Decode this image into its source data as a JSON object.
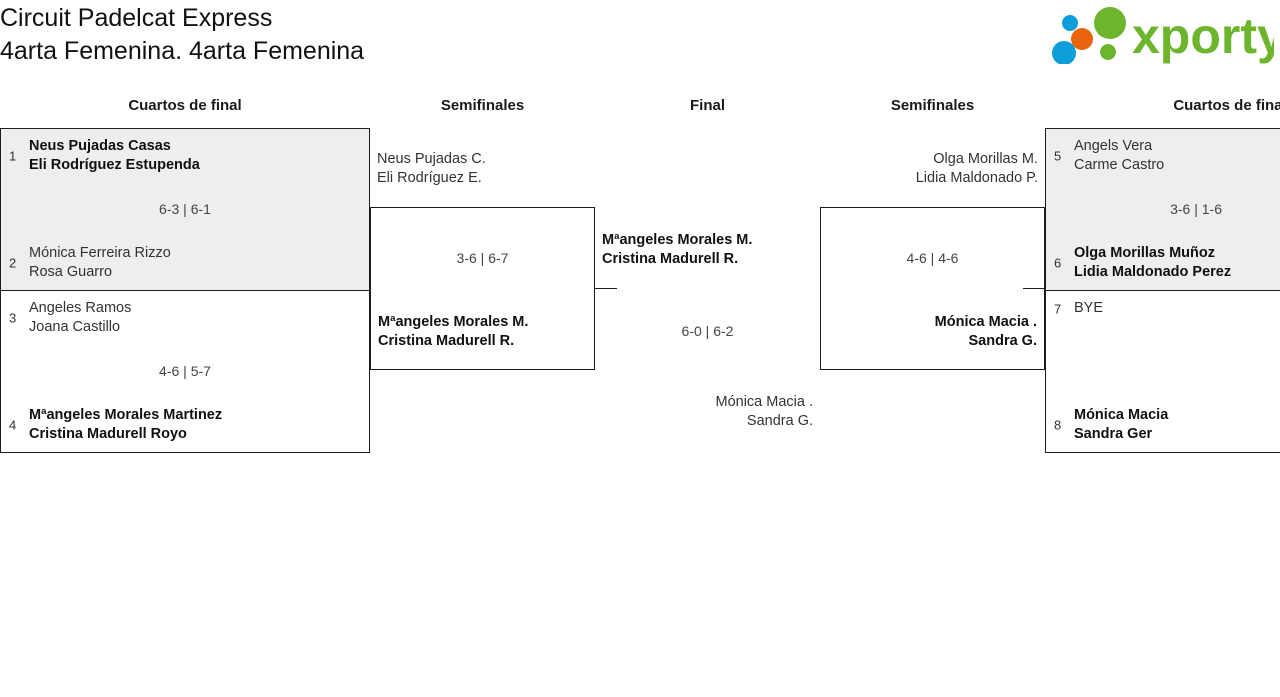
{
  "header": {
    "title_line1": "Circuit Padelcat Express",
    "title_line2": "4arta Femenina. 4arta Femenina",
    "logo_text": "xporty",
    "logo_colors": {
      "green": "#6cb52d",
      "blue": "#0d9ddb",
      "orange": "#e8650d"
    }
  },
  "columns": {
    "qf_left": "Cuartos de final",
    "sf_left": "Semifinales",
    "final": "Final",
    "sf_right": "Semifinales",
    "qf_right": "Cuartos de final"
  },
  "bracket": {
    "qf_left": [
      {
        "score": "6-3 | 6-1",
        "top": {
          "seed": "1",
          "p1": "Neus Pujadas Casas",
          "p2": "Eli Rodríguez Estupenda",
          "winner": true
        },
        "bottom": {
          "seed": "2",
          "p1": "Mónica Ferreira Rizzo",
          "p2": "Rosa Guarro",
          "winner": false
        }
      },
      {
        "score": "4-6 | 5-7",
        "top": {
          "seed": "3",
          "p1": "Angeles Ramos",
          "p2": "Joana Castillo",
          "winner": false
        },
        "bottom": {
          "seed": "4",
          "p1": "Mªangeles Morales Martinez",
          "p2": "Cristina Madurell Royo",
          "winner": true
        }
      }
    ],
    "qf_right": [
      {
        "score": "3-6 | 1-6",
        "top": {
          "seed": "5",
          "p1": "Angels Vera",
          "p2": "Carme Castro",
          "winner": false
        },
        "bottom": {
          "seed": "6",
          "p1": "Olga Morillas Muñoz",
          "p2": "Lidia Maldonado Perez",
          "winner": true
        }
      },
      {
        "score": "",
        "top": {
          "seed": "7",
          "p1": "BYE",
          "p2": "",
          "winner": false
        },
        "bottom": {
          "seed": "8",
          "p1": "Mónica Macia",
          "p2": "Sandra Ger",
          "winner": true
        }
      }
    ],
    "sf_left": {
      "score": "3-6 | 6-7",
      "top": {
        "p1": "Neus Pujadas C.",
        "p2": "Eli Rodríguez E.",
        "winner": false
      },
      "bottom": {
        "p1": "Mªangeles Morales M.",
        "p2": "Cristina Madurell R.",
        "winner": true
      }
    },
    "sf_right": {
      "score": "4-6 | 4-6",
      "top": {
        "p1": "Olga Morillas M.",
        "p2": "Lidia Maldonado P.",
        "winner": false
      },
      "bottom": {
        "p1": "Mónica Macia .",
        "p2": "Sandra G.",
        "winner": true
      }
    },
    "final": {
      "score": "6-0 | 6-2",
      "top": {
        "p1": "Mªangeles Morales M.",
        "p2": "Cristina Madurell R.",
        "winner": true
      },
      "bottom": {
        "p1": "Mónica Macia .",
        "p2": "Sandra G.",
        "winner": false
      }
    }
  }
}
